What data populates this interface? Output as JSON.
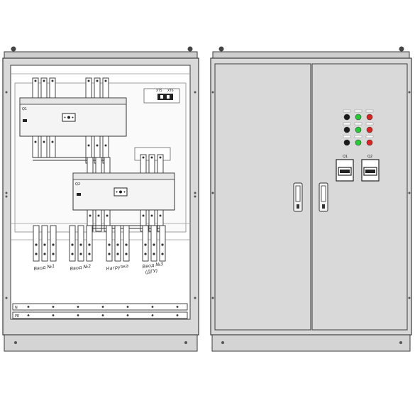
{
  "left_cabinet": {
    "busbar_labels": [
      "Ввод №1",
      "Ввод №2",
      "Нагрузка",
      "Ввод №3"
    ],
    "busbar_sublabel": "(ДГУ)",
    "switch_labels": [
      "Q1",
      "Q2"
    ],
    "terminal_labels": [
      "XT5",
      "XT6"
    ],
    "rail_labels": [
      "N",
      "PE"
    ]
  },
  "right_cabinet": {
    "meter_labels": [
      "Q1",
      "Q2"
    ],
    "lamp_colors": [
      "#1a1a1a",
      "#22cc33",
      "#dd2222"
    ]
  },
  "colors": {
    "cabinet_fill": "#d9d9d9",
    "outline": "#3a3a3a",
    "interior": "#ffffff",
    "lamp_green": "#22cc33",
    "lamp_red": "#dd2222",
    "lamp_black": "#1a1a1a"
  }
}
